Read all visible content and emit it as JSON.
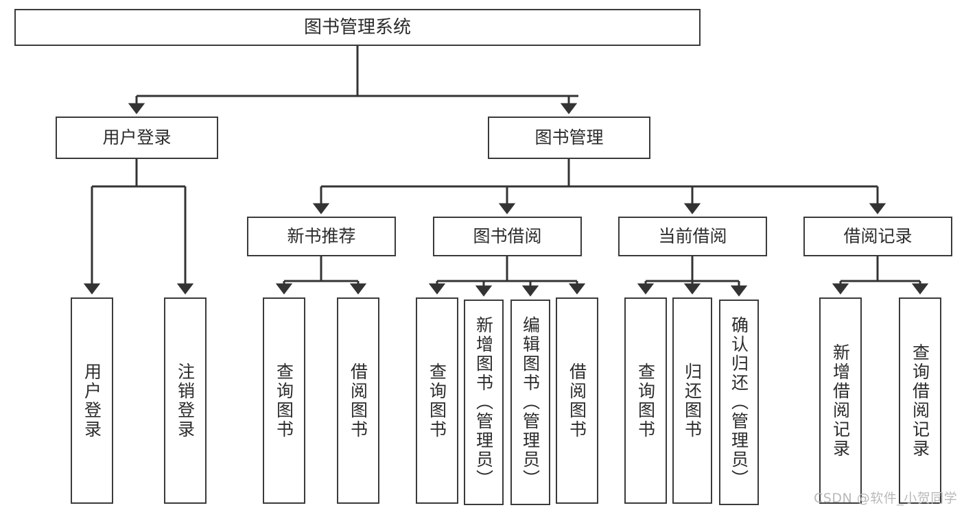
{
  "diagram": {
    "type": "tree-flowchart",
    "title": "图书管理系统",
    "watermark": "CSDN @软件_小贺同学",
    "colors": {
      "node_border": "#3a3a3a",
      "node_fill": "#ffffff",
      "edge": "#333333",
      "text": "#2b2b2b",
      "watermark": "#b9b9b9",
      "background": "#ffffff"
    },
    "nodes": {
      "root": {
        "label": "图书管理系统",
        "orientation": "horizontal"
      },
      "level2": [
        {
          "id": "user-login",
          "label": "用户登录",
          "orientation": "horizontal"
        },
        {
          "id": "book-management",
          "label": "图书管理",
          "orientation": "horizontal"
        }
      ],
      "level3": [
        {
          "id": "new-book-recommend",
          "label": "新书推荐",
          "orientation": "horizontal"
        },
        {
          "id": "book-borrow",
          "label": "图书借阅",
          "orientation": "horizontal"
        },
        {
          "id": "current-borrow",
          "label": "当前借阅",
          "orientation": "horizontal"
        },
        {
          "id": "borrow-record",
          "label": "借阅记录",
          "orientation": "horizontal"
        }
      ],
      "leaves": [
        {
          "id": "leaf-user-login",
          "label": "用户登录",
          "orientation": "vertical",
          "parent": "user-login"
        },
        {
          "id": "leaf-logout",
          "label": "注销登录",
          "orientation": "vertical",
          "parent": "user-login"
        },
        {
          "id": "leaf-query-book-1",
          "label": "查询图书",
          "orientation": "vertical",
          "parent": "new-book-recommend"
        },
        {
          "id": "leaf-borrow-book-1",
          "label": "借阅图书",
          "orientation": "vertical",
          "parent": "new-book-recommend"
        },
        {
          "id": "leaf-query-book-2",
          "label": "查询图书",
          "orientation": "vertical",
          "parent": "book-borrow"
        },
        {
          "id": "leaf-add-book",
          "label": "新增图书（管理员）",
          "orientation": "vertical",
          "parent": "book-borrow"
        },
        {
          "id": "leaf-edit-book",
          "label": "编辑图书（管理员）",
          "orientation": "vertical",
          "parent": "book-borrow"
        },
        {
          "id": "leaf-borrow-book-2",
          "label": "借阅图书",
          "orientation": "vertical",
          "parent": "book-borrow"
        },
        {
          "id": "leaf-query-book-3",
          "label": "查询图书",
          "orientation": "vertical",
          "parent": "current-borrow"
        },
        {
          "id": "leaf-return-book",
          "label": "归还图书",
          "orientation": "vertical",
          "parent": "current-borrow"
        },
        {
          "id": "leaf-confirm-return",
          "label": "确认归还（管理员）",
          "orientation": "vertical",
          "parent": "current-borrow"
        },
        {
          "id": "leaf-add-record",
          "label": "新增借阅记录",
          "orientation": "vertical",
          "parent": "borrow-record"
        },
        {
          "id": "leaf-query-record",
          "label": "查询借阅记录",
          "orientation": "vertical",
          "parent": "borrow-record"
        }
      ]
    }
  }
}
